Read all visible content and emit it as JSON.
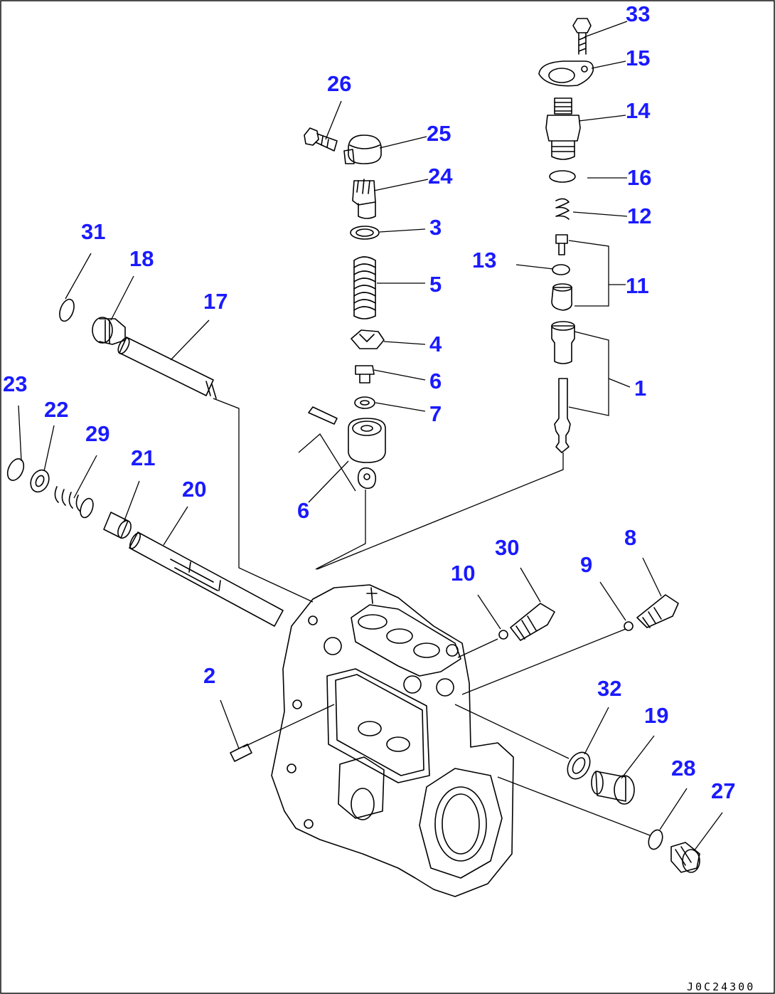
{
  "drawing_code": "J0C24300",
  "callouts": [
    {
      "id": "33",
      "label": "33"
    },
    {
      "id": "15",
      "label": "15"
    },
    {
      "id": "14",
      "label": "14"
    },
    {
      "id": "16",
      "label": "16"
    },
    {
      "id": "12",
      "label": "12"
    },
    {
      "id": "13",
      "label": "13"
    },
    {
      "id": "11",
      "label": "11"
    },
    {
      "id": "1",
      "label": "1"
    },
    {
      "id": "26",
      "label": "26"
    },
    {
      "id": "25",
      "label": "25"
    },
    {
      "id": "24",
      "label": "24"
    },
    {
      "id": "3",
      "label": "3"
    },
    {
      "id": "5",
      "label": "5"
    },
    {
      "id": "4",
      "label": "4"
    },
    {
      "id": "6a",
      "label": "6"
    },
    {
      "id": "7",
      "label": "7"
    },
    {
      "id": "6b",
      "label": "6"
    },
    {
      "id": "31",
      "label": "31"
    },
    {
      "id": "18",
      "label": "18"
    },
    {
      "id": "17",
      "label": "17"
    },
    {
      "id": "23",
      "label": "23"
    },
    {
      "id": "22",
      "label": "22"
    },
    {
      "id": "29",
      "label": "29"
    },
    {
      "id": "21",
      "label": "21"
    },
    {
      "id": "20",
      "label": "20"
    },
    {
      "id": "10",
      "label": "10"
    },
    {
      "id": "30",
      "label": "30"
    },
    {
      "id": "9",
      "label": "9"
    },
    {
      "id": "8",
      "label": "8"
    },
    {
      "id": "2",
      "label": "2"
    },
    {
      "id": "32",
      "label": "32"
    },
    {
      "id": "19",
      "label": "19"
    },
    {
      "id": "28",
      "label": "28"
    },
    {
      "id": "27",
      "label": "27"
    }
  ]
}
